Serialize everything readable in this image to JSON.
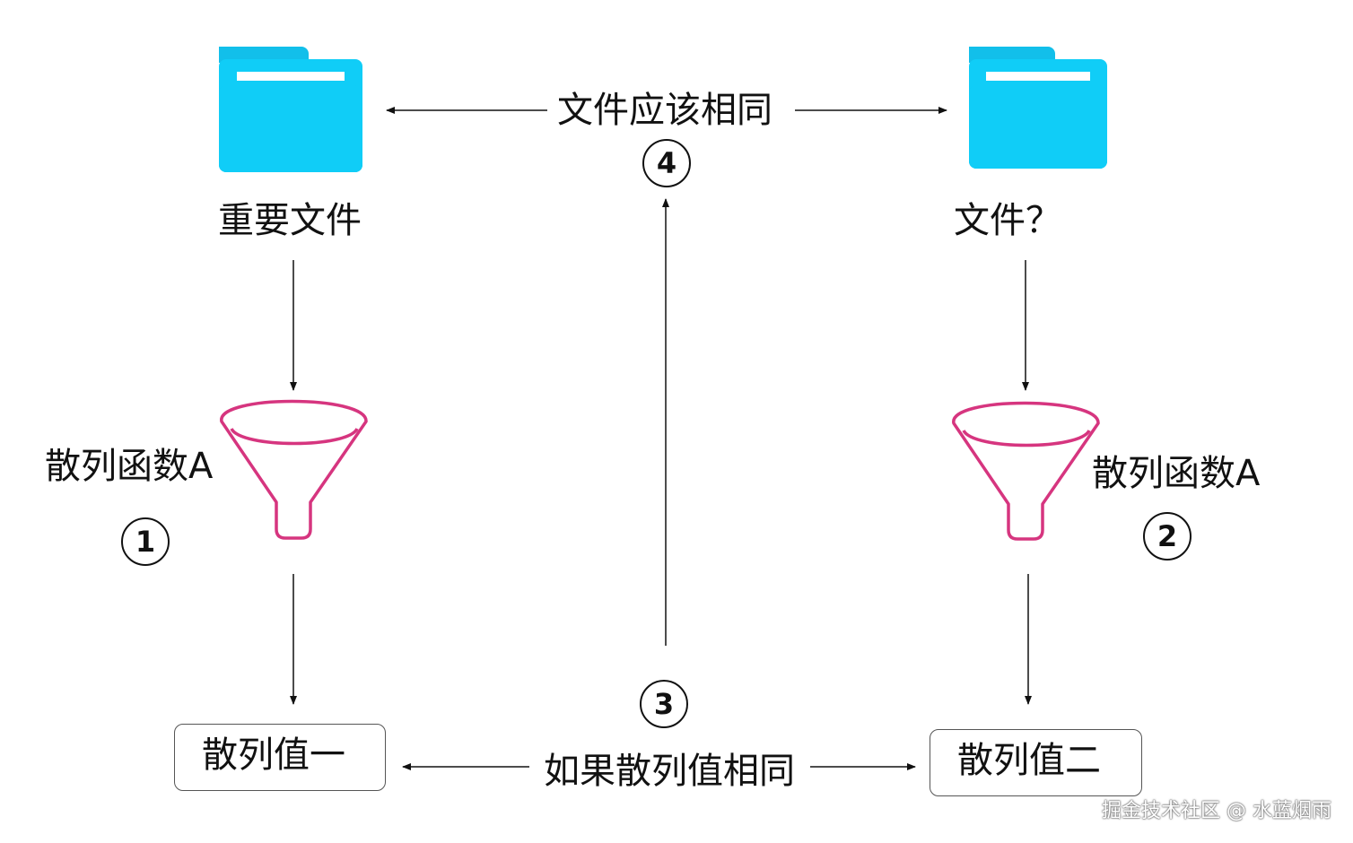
{
  "labels": {
    "important_file": "重要文件",
    "unknown_file": "文件？",
    "files_should_match": "文件应该相同",
    "hash_func_left": "散列函数A",
    "hash_func_right": "散列函数A",
    "hash_value_one": "散列值一",
    "hash_value_two": "散列值二",
    "if_hash_equal": "如果散列值相同"
  },
  "steps": {
    "step1": "1",
    "step2": "2",
    "step3": "3",
    "step4": "4"
  },
  "watermark": "掘金技术社区 @ 水蓝烟雨",
  "colors": {
    "folder": "#10cdf7",
    "folder_tab": "#12bfea",
    "funnel": "#d6357f",
    "line": "#111111"
  },
  "icons": {
    "folder": "folder-icon",
    "funnel": "funnel-icon"
  }
}
